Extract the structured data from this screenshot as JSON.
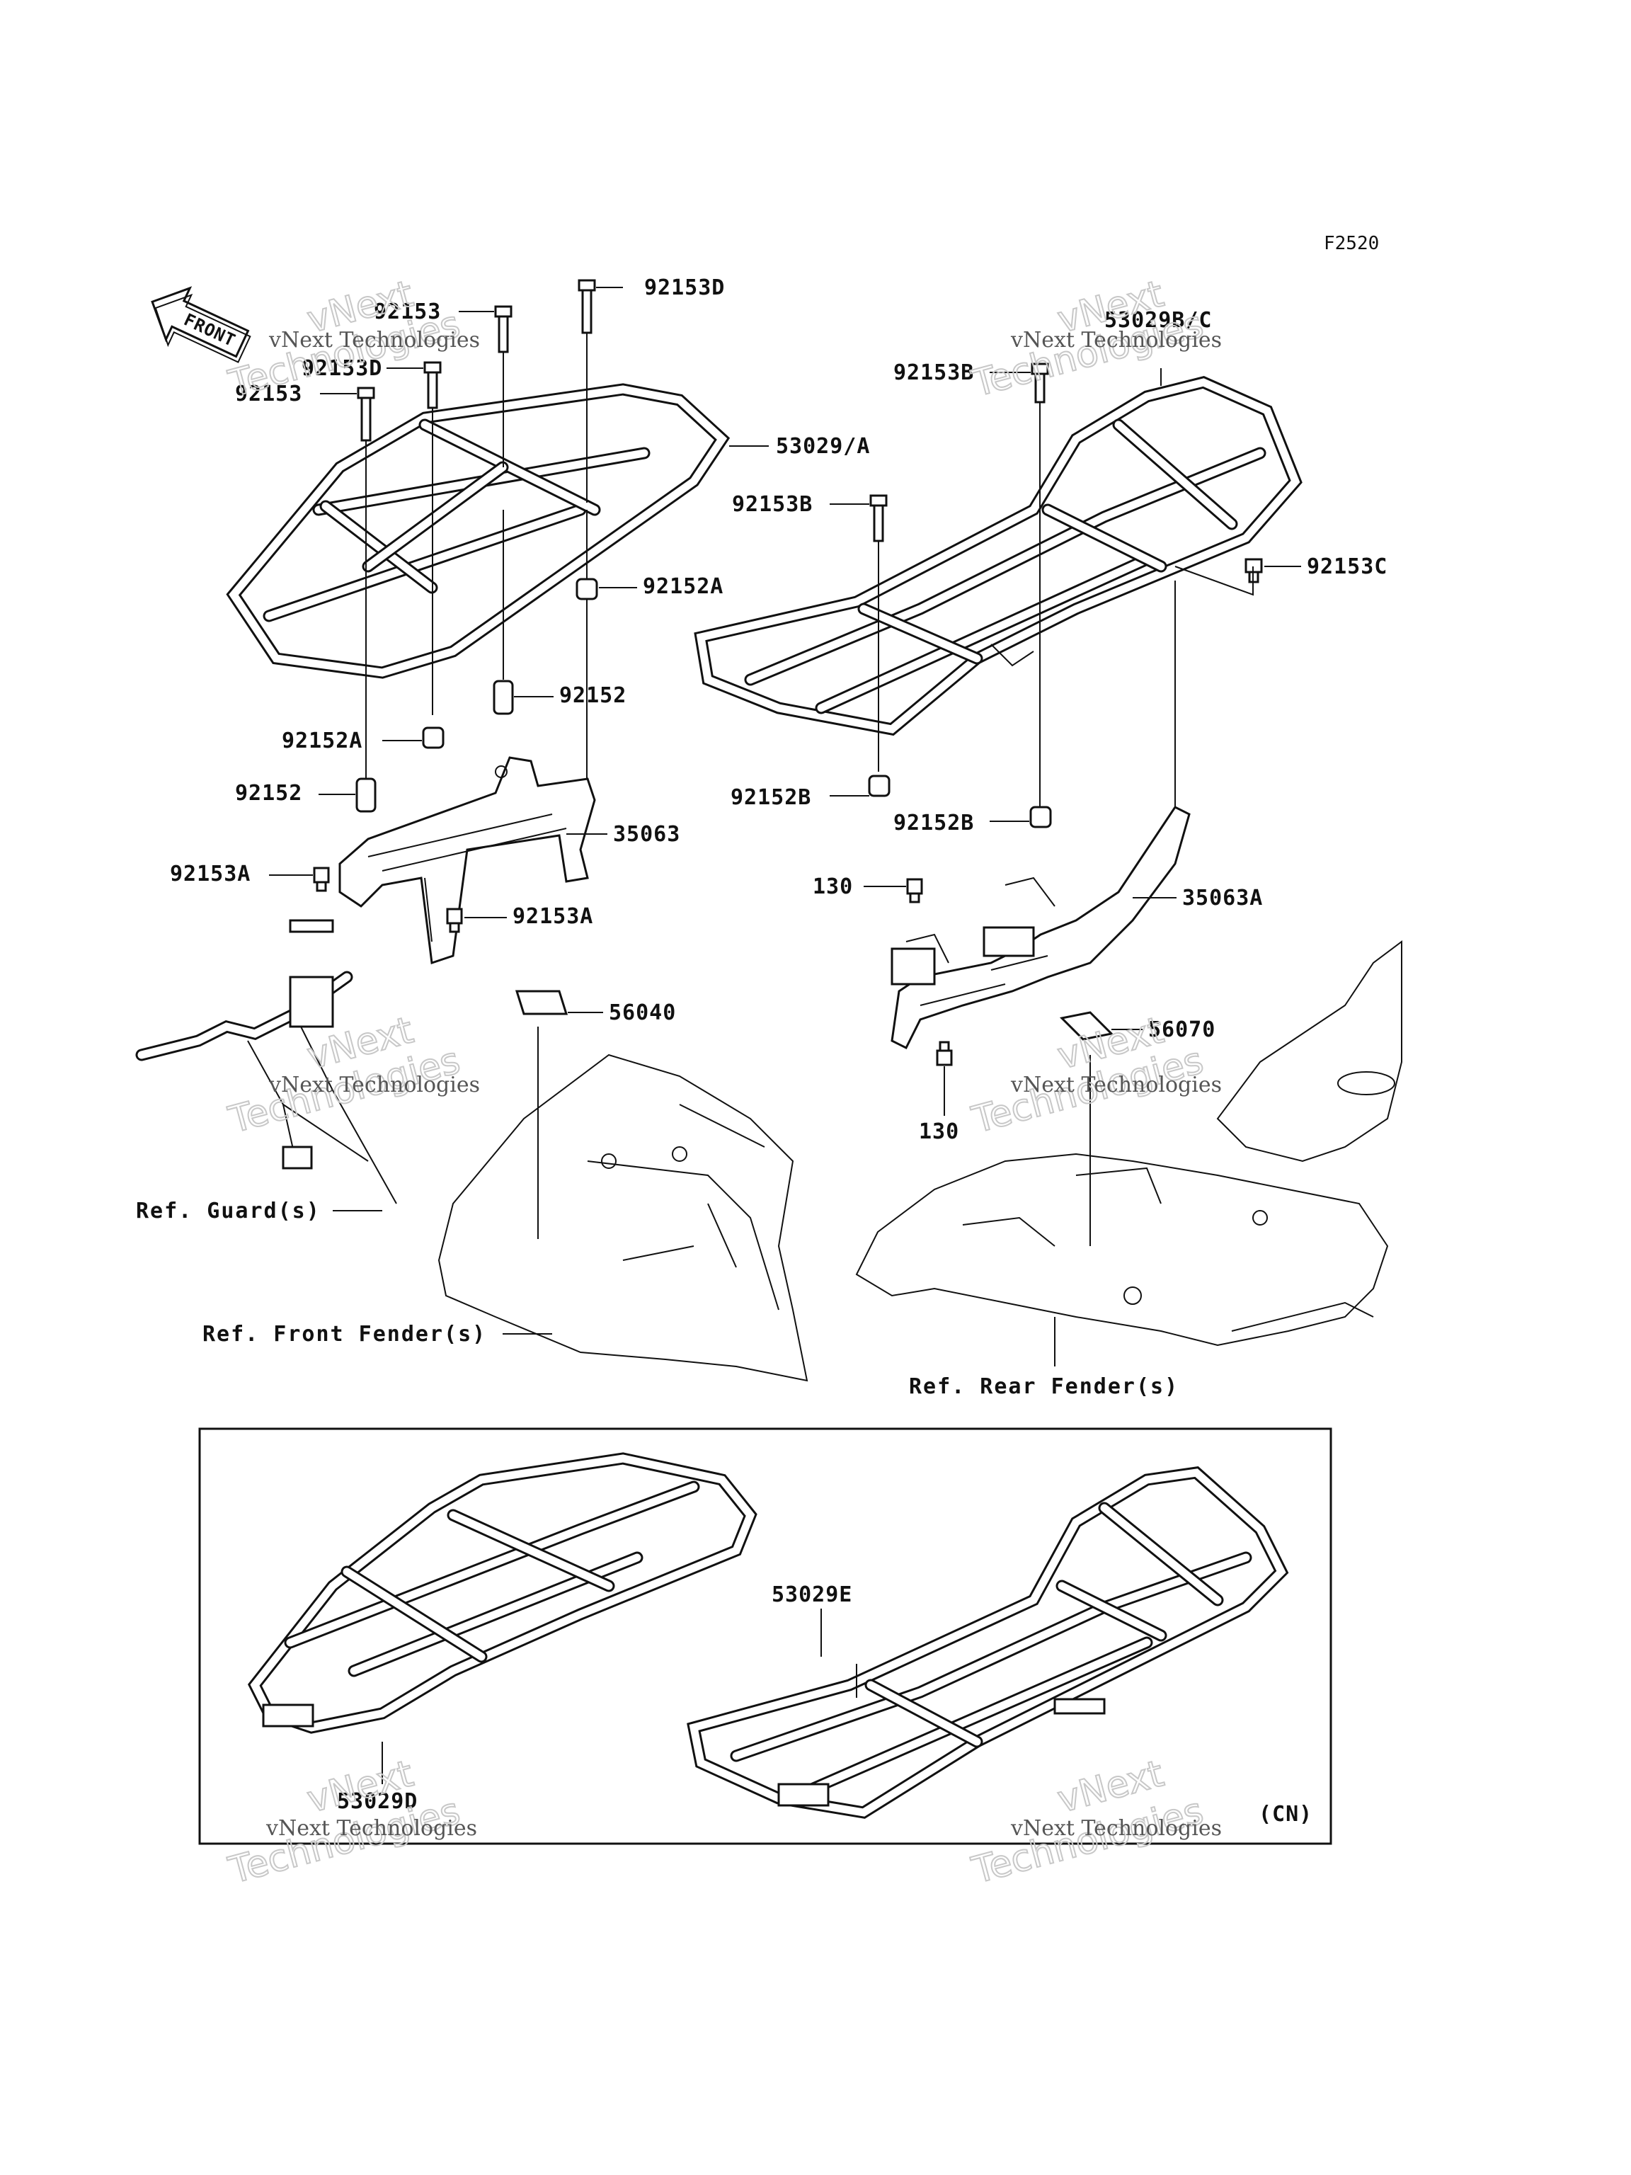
{
  "diagram_code": "F2520",
  "front_arrow_label": "FRONT",
  "watermark": {
    "line1": "vNext Technologies",
    "line2": "vNext",
    "line3": "Technologies"
  },
  "parts": {
    "p92153D_top": "92153D",
    "p92153_a": "92153",
    "p92153D_b": "92153D",
    "p92153_c": "92153",
    "p53029A": "53029/A",
    "p92152A_top": "92152A",
    "p92152_mid": "92152",
    "p92152A_left": "92152A",
    "p92152_left": "92152",
    "p35063": "35063",
    "p92153A_left": "92153A",
    "p92153A_right": "92153A",
    "p56040": "56040",
    "p53029BC": "53029B/C",
    "p92153B_top": "92153B",
    "p92153B_mid": "92153B",
    "p92153C": "92153C",
    "p92152B_left": "92152B",
    "p92152B_right": "92152B",
    "p130_top": "130",
    "p35063A": "35063A",
    "p56070": "56070",
    "p130_bottom": "130",
    "p53029E": "53029E",
    "p53029D": "53029D",
    "region_code": "(CN)"
  },
  "references": {
    "guard": "Ref. Guard(s)",
    "front_fender": "Ref. Front Fender(s)",
    "rear_fender": "Ref. Rear Fender(s)"
  }
}
